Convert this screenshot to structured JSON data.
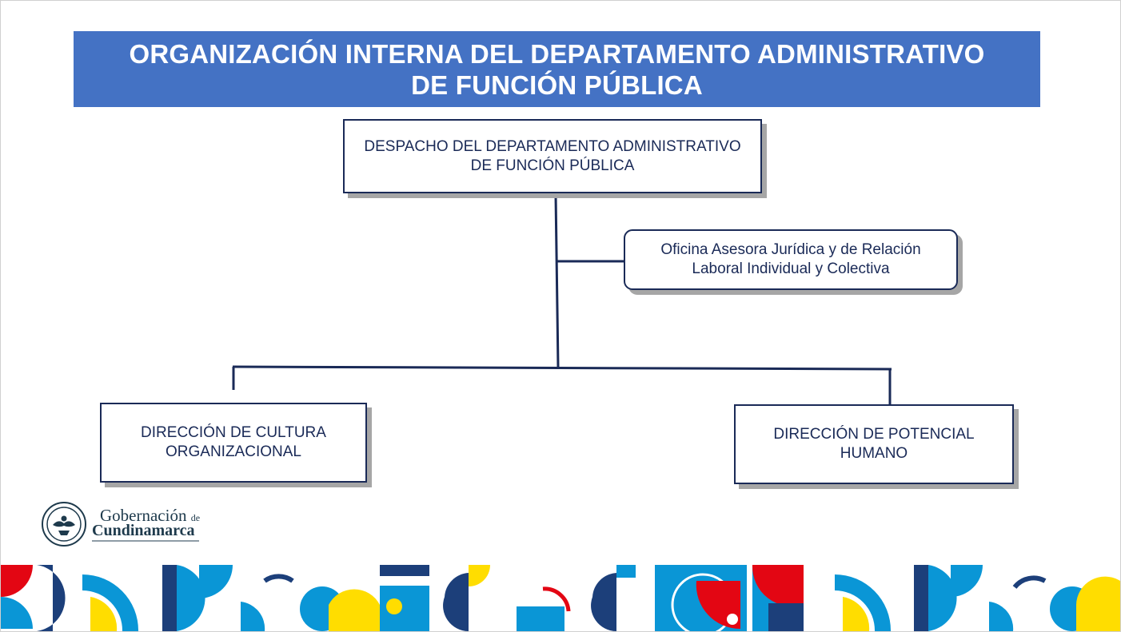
{
  "title": {
    "line1": "ORGANIZACIÓN INTERNA  DEL DEPARTAMENTO ADMINISTRATIVO",
    "line2": "DE FUNCIÓN PÚBLICA"
  },
  "nodes": {
    "despacho": {
      "line1": "DESPACHO DEL DEPARTAMENTO ADMINISTRATIVO",
      "line2": "DE FUNCIÓN PÚBLICA"
    },
    "oficina": {
      "line1": "Oficina Asesora Jurídica y de Relación",
      "line2": "Laboral Individual y Colectiva"
    },
    "cultura": {
      "line1": "DIRECCIÓN DE CULTURA",
      "line2": "ORGANIZACIONAL"
    },
    "potencial": {
      "line1": "DIRECCIÓN DE POTENCIAL",
      "line2": "HUMANO"
    }
  },
  "edges": [
    {
      "from": "despacho",
      "to": "oficina",
      "type": "advisory"
    },
    {
      "from": "despacho",
      "to": "cultura",
      "type": "hierarchy"
    },
    {
      "from": "despacho",
      "to": "potencial",
      "type": "hierarchy"
    }
  ],
  "logo": {
    "line1": "Gobernación",
    "de": "de",
    "line2": "Cundinamarca"
  },
  "colors": {
    "banner": "#4472c4",
    "box_border": "#1a2a57",
    "box_shadow": "#a6a6a6",
    "deco_red": "#e30613",
    "deco_yellow": "#ffdd00",
    "deco_light_blue": "#0a96d6",
    "deco_dark_blue": "#1c3f7a"
  }
}
